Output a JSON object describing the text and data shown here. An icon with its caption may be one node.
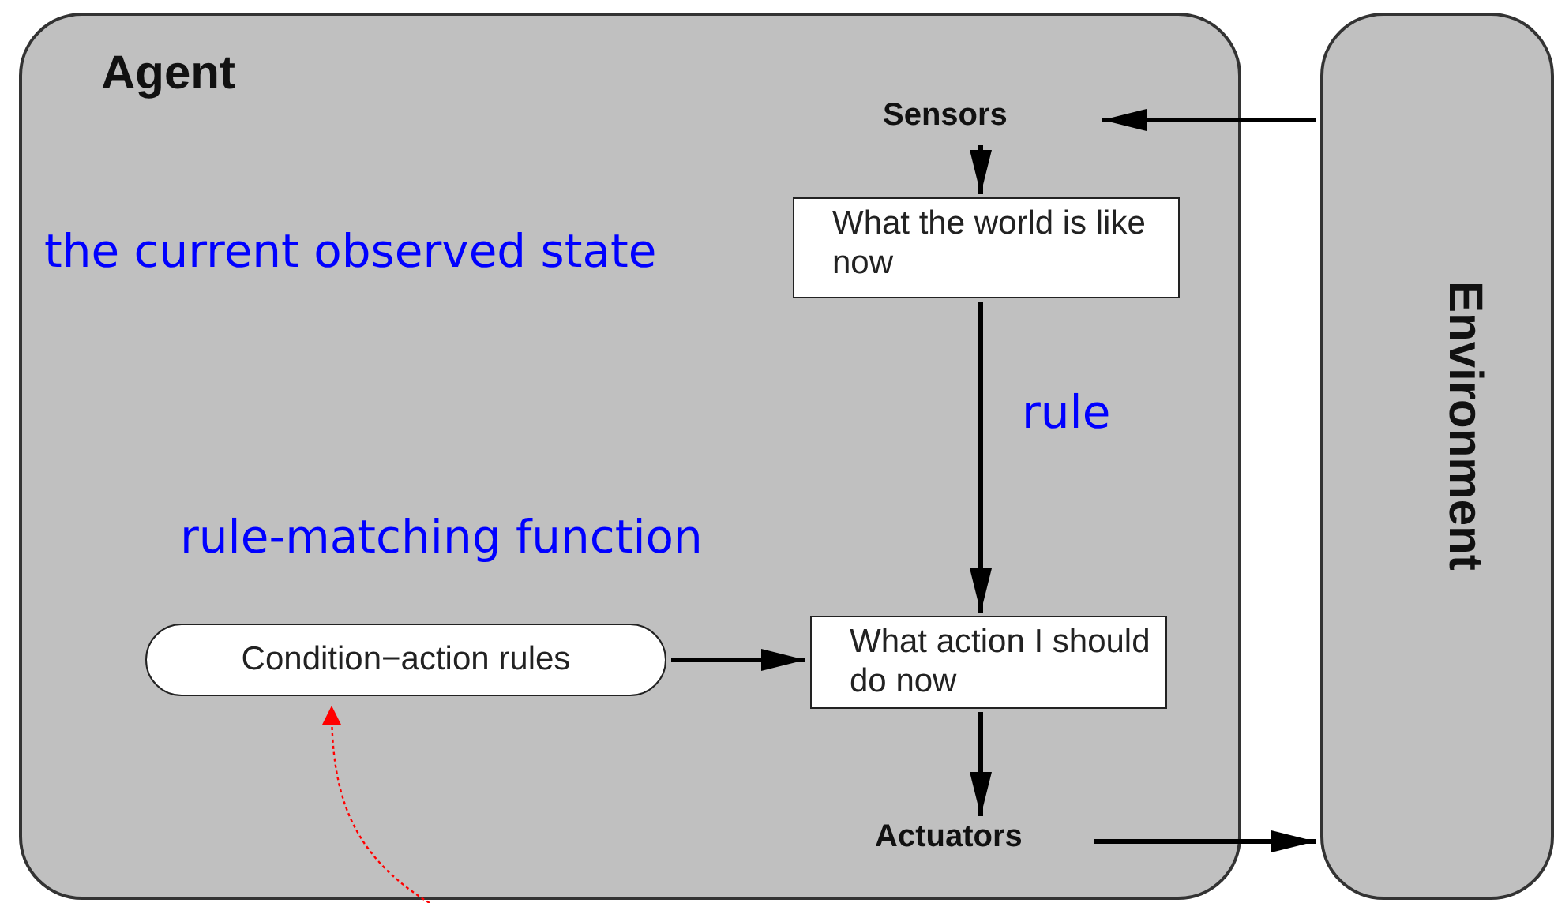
{
  "diagram": {
    "nodes": [
      {
        "text": [
          "Agent"
        ]
      },
      {
        "text": [
          "Environment"
        ]
      },
      {
        "text": [
          "Sensors"
        ],
        "in": 0
      },
      {
        "text": [
          "What the world is like now"
        ],
        "in": 0
      },
      {
        "text": [
          "Condition−action rules"
        ],
        "in": 0
      },
      {
        "text": [
          "What action I should do now"
        ],
        "in": 0
      },
      {
        "text": [
          "Actuators"
        ],
        "in": 0
      }
    ],
    "edges": [
      {
        "from": 1,
        "to": 2,
        "arrow": "to"
      },
      {
        "from": 2,
        "to": 3,
        "arrow": "to"
      },
      {
        "from": 3,
        "to": 5,
        "arrow": "to"
      },
      {
        "from": 4,
        "to": 5,
        "arrow": "to"
      },
      {
        "from": 5,
        "to": 6,
        "arrow": "to"
      },
      {
        "from": 6,
        "to": 1,
        "arrow": "to"
      },
      {
        "from": null,
        "to": 4,
        "arrow": "to",
        "style": "dashed",
        "color": "#ff0000"
      }
    ],
    "labels": [
      "the current observed state",
      "rule",
      "rule-matching function"
    ]
  }
}
